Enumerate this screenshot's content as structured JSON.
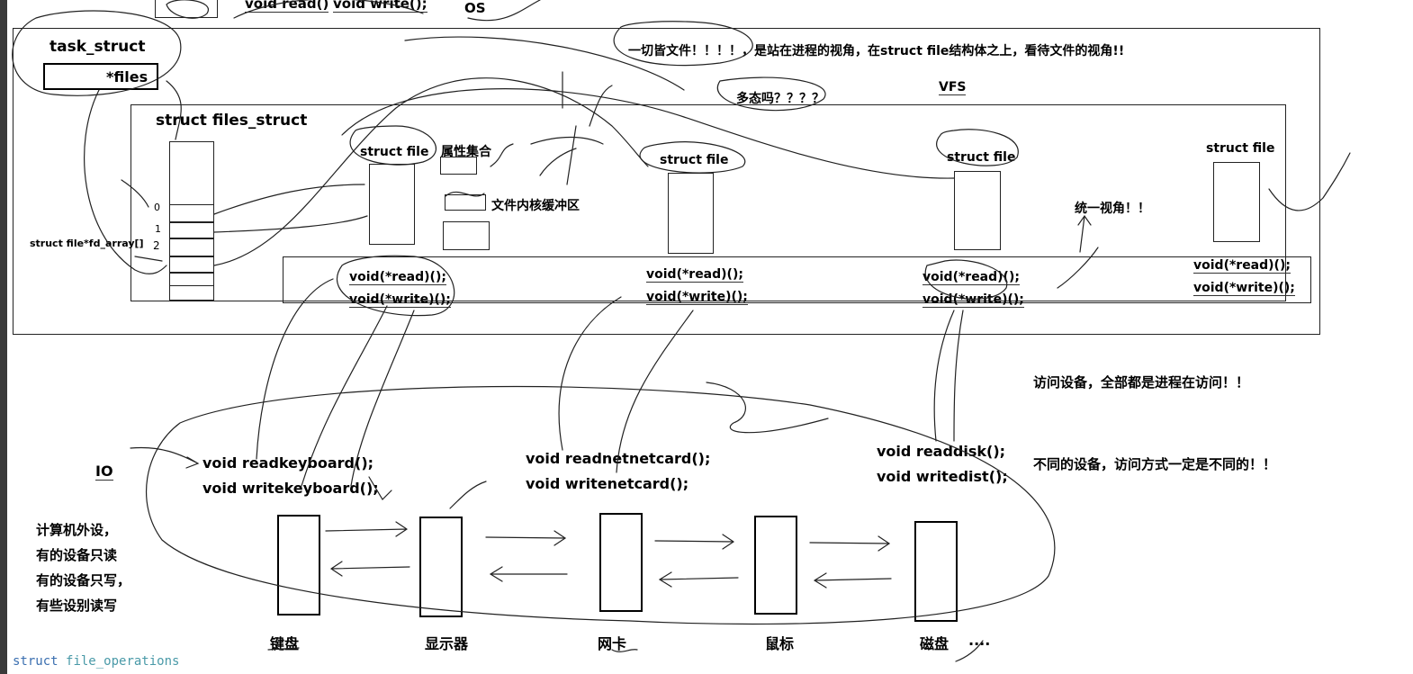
{
  "top": {
    "void_read": "void read()",
    "void_write": "void write();",
    "os": "OS"
  },
  "vfs_box": {
    "task_struct": "task_struct",
    "files": "*files",
    "everything_is_file": "一切皆文件！！！！，是站在进程的视角，在struct file结构体之上，看待文件的视角!!",
    "polymorphism": "多态吗？？？？",
    "vfs": "VFS",
    "files_struct": "struct files_struct",
    "fd_array": "struct file*fd_array[]",
    "fd_index_0": "0",
    "fd_index_1": "1",
    "fd_index_2": "2",
    "struct_file_1": "struct file",
    "attributes": "属性集合",
    "kernel_buffer": "文件内核缓冲区",
    "struct_file_2": "struct file",
    "struct_file_3": "struct file",
    "struct_file_4": "struct file",
    "unified_view": "统一视角！！",
    "ops": [
      {
        "read": "void(*read)();",
        "write": "void(*write)();"
      },
      {
        "read": "void(*read)();",
        "write": "void(*write)();"
      },
      {
        "read": "void(*read)();",
        "write": "void(*write)();"
      },
      {
        "read": "void(*read)();",
        "write": "void(*write)();"
      }
    ]
  },
  "notes": {
    "process_access": "访问设备，全部都是进程在访问！！",
    "different_devices": "不同的设备，访问方式一定是不同的！！",
    "io": "IO",
    "peripherals": [
      "计算机外设，",
      "有的设备只读",
      "有的设备只写，",
      "有些设别读写"
    ]
  },
  "drivers": {
    "keyboard_read": "void readkeyboard();",
    "keyboard_write": "void writekeyboard();",
    "net_read": "void readnetnetcard();",
    "net_write": "void writenetcard();",
    "disk_read": "void readdisk();",
    "disk_write": "void writedist();"
  },
  "devices": [
    "键盘",
    "显示器",
    "网卡",
    "鼠标",
    "磁盘"
  ],
  "ellipsis": "....",
  "footer_code": {
    "keyword": "struct",
    "name": "file_operations"
  }
}
